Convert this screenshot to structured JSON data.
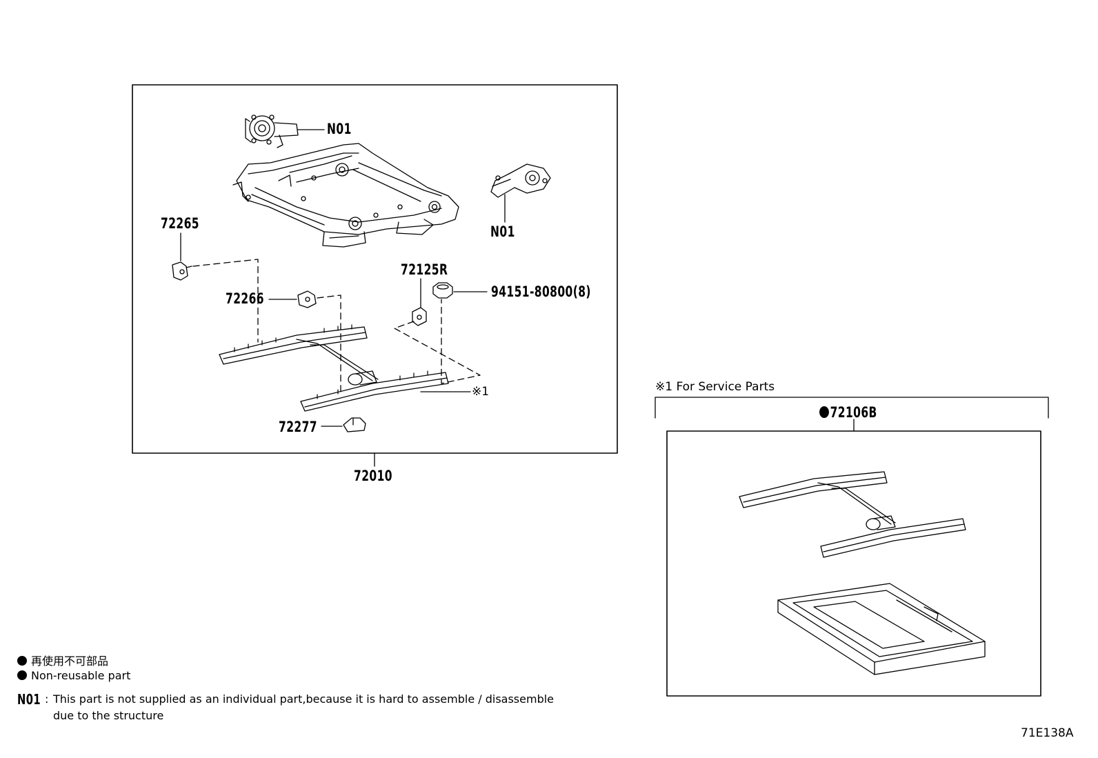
{
  "labels": {
    "n01_top": "N01",
    "n01_right": "N01",
    "p72265": "72265",
    "p72266": "72266",
    "p72125r": "72125R",
    "p94151": "94151-80800(8)",
    "ref1": "※1",
    "p72277": "72277",
    "p72010": "72010"
  },
  "service": {
    "title": "※1 For Service Parts",
    "part": "72106B"
  },
  "legend": {
    "jp": "再使用不可部品",
    "en": "Non-reusable part",
    "n01_code": "N01",
    "n01_colon": ":",
    "n01_line1": "This part is not supplied as an individual part,because it is hard to assemble / disassemble",
    "n01_line2": "due to the structure"
  },
  "figure_id": "71E138A"
}
